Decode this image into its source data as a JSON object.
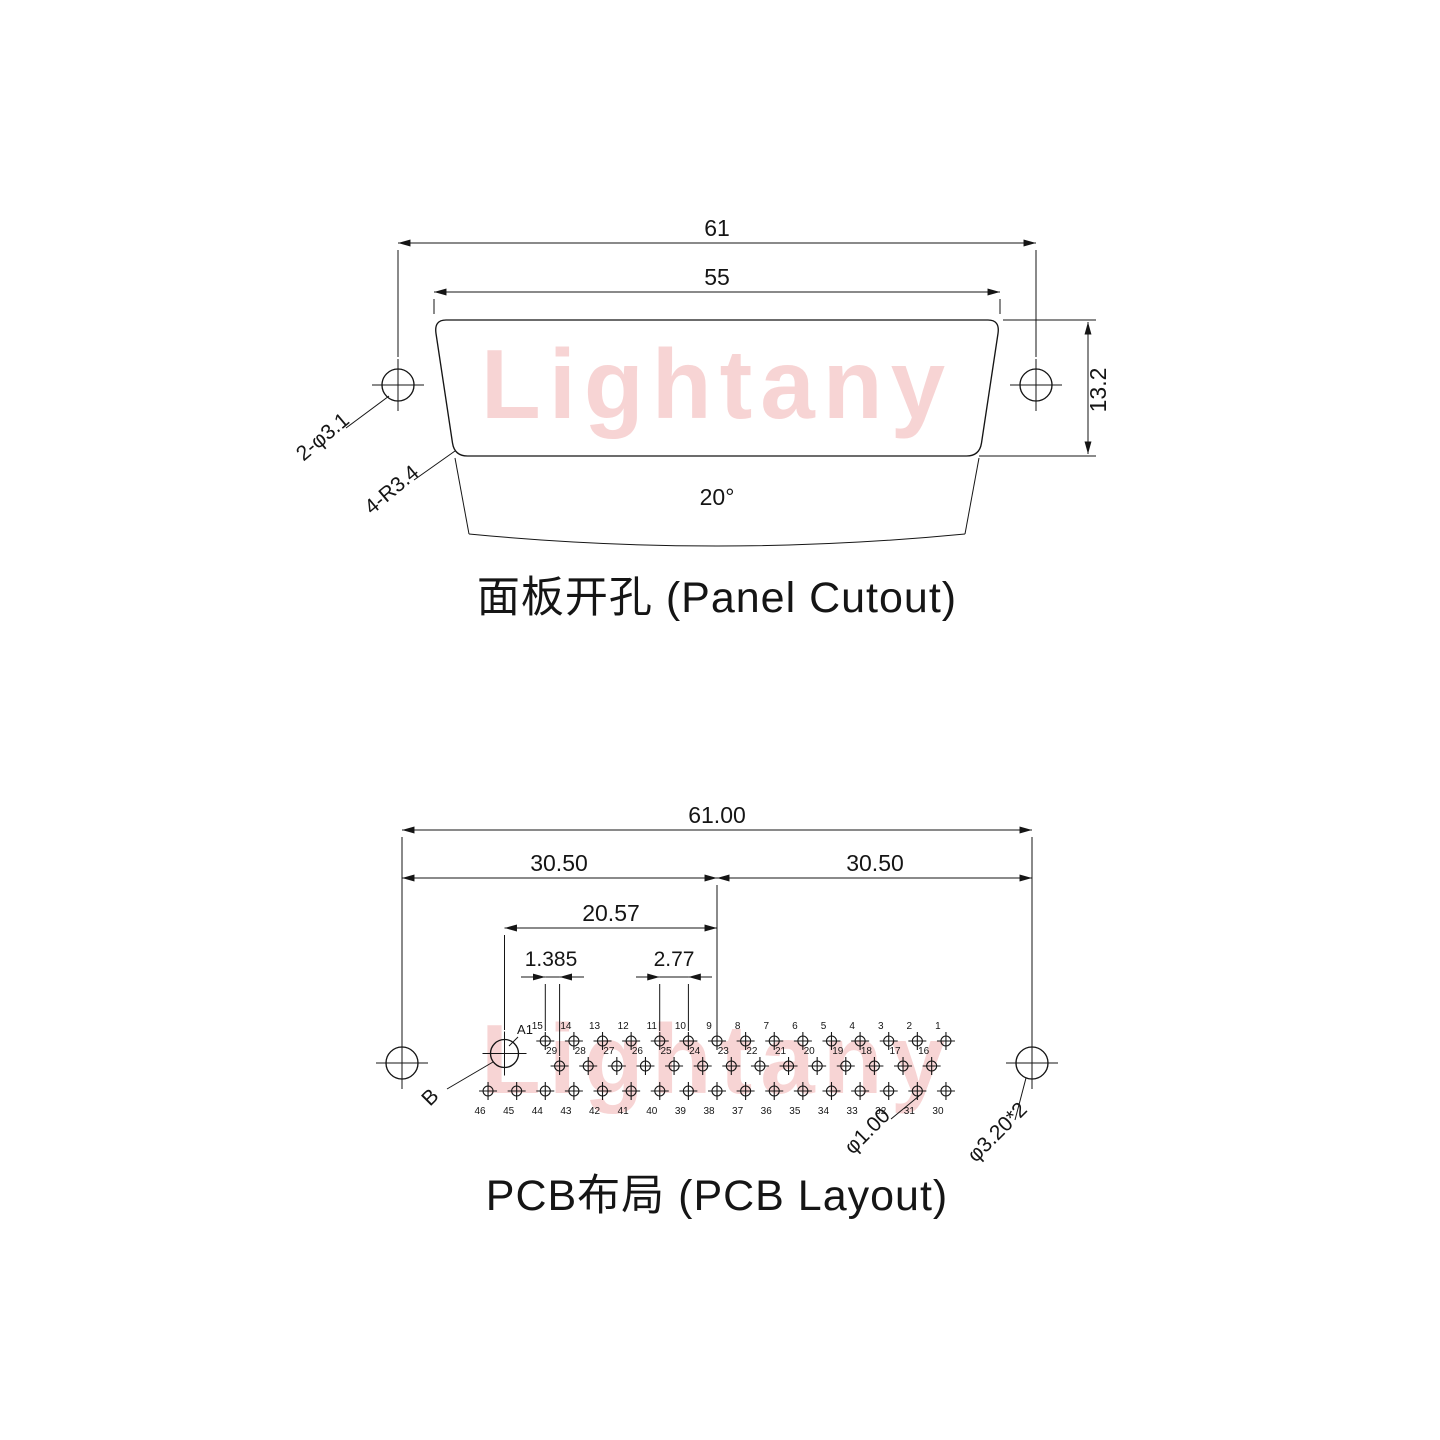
{
  "watermark": "Lightany",
  "panel_cutout": {
    "title": "面板开孔 (Panel Cutout)",
    "dim_outer_width": "61",
    "dim_inner_width": "55",
    "dim_height": "13.2",
    "dim_angle": "20°",
    "label_mount_holes": "2-φ3.1",
    "label_corner_radius": "4-R3.4"
  },
  "pcb_layout": {
    "title": "PCB布局 (PCB Layout)",
    "dim_total_width": "61.00",
    "dim_left_half": "30.50",
    "dim_right_half": "30.50",
    "dim_a1_to_center": "20.57",
    "dim_row_offset": "1.385",
    "dim_pitch": "2.77",
    "label_a1": "A1",
    "label_b": "B",
    "label_pin_hole": "φ1.00",
    "label_mount_hole": "φ3.20*2",
    "pin_rows": [
      {
        "name": "row-1",
        "numbers": [
          15,
          14,
          13,
          12,
          11,
          10,
          9,
          8,
          7,
          6,
          5,
          4,
          3,
          2,
          1
        ]
      },
      {
        "name": "row-2",
        "numbers": [
          29,
          28,
          27,
          26,
          25,
          24,
          23,
          22,
          21,
          20,
          19,
          18,
          17,
          16
        ]
      },
      {
        "name": "row-3",
        "numbers": [
          46,
          45,
          44,
          43,
          42,
          41,
          40,
          39,
          38,
          37,
          36,
          35,
          34,
          33,
          32,
          31,
          30
        ]
      }
    ]
  }
}
